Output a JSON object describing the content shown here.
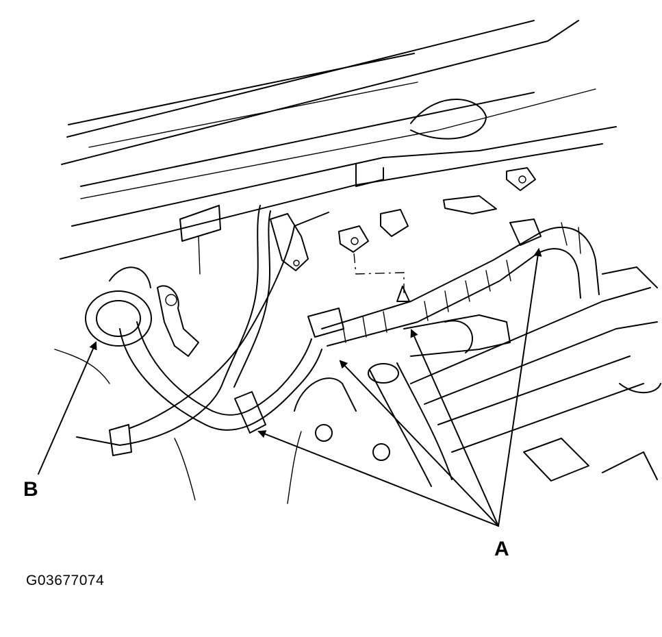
{
  "labels": {
    "a": "A",
    "b": "B"
  },
  "figure_code": "G03677074",
  "colors": {
    "ink": "#000000",
    "background": "#ffffff"
  }
}
